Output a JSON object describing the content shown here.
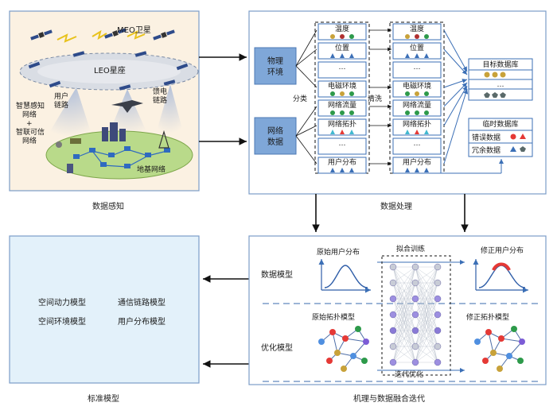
{
  "panels": {
    "sensing_caption": "数据感知",
    "processing_caption": "数据处理",
    "standard_caption": "标准模型",
    "fusion_caption": "机理与数据融合迭代"
  },
  "sensing": {
    "meo": "MEO卫星",
    "leo": "LEO星座",
    "user_link_1": "用户",
    "user_link_2": "链路",
    "feeder_link_1": "馈电",
    "feeder_link_2": "链路",
    "network_1": "智慧感知",
    "network_2": "网络",
    "network_plus": "+",
    "network_3": "智联可信",
    "network_4": "网络",
    "ground": "地基网络"
  },
  "processing": {
    "physical_env_1": "物理",
    "physical_env_2": "环境",
    "network_data_1": "网络",
    "network_data_2": "数据",
    "classify": "分类",
    "clean": "清洗",
    "left_items": [
      "温度",
      "位置",
      "…",
      "电磁环境",
      "网络流量",
      "网络拓扑",
      "…",
      "用户分布"
    ],
    "right_items": [
      "温度",
      "位置",
      "…",
      "电磁环境",
      "网络流量",
      "网络拓扑",
      "…",
      "用户分布"
    ],
    "target_db": "目标数据库",
    "target_rows": [
      "",
      "…",
      ""
    ],
    "temp_db": "临时数据库",
    "error_data": "错误数据",
    "redundant_data": "冗余数据"
  },
  "standard": {
    "models": [
      "空间动力模型",
      "通信链路模型",
      "空间环境模型",
      "用户分布模型"
    ]
  },
  "fusion": {
    "data_model": "数据模型",
    "opt_model": "优化模型",
    "orig_user": "原始用户分布",
    "fit_train": "拟合训练",
    "fixed_user": "修正用户分布",
    "orig_topo": "原始拓扑模型",
    "fixed_topo": "修正拓扑模型",
    "iter_opt": "迭代优化"
  },
  "colors": {
    "panel_border": "#7b9cc8",
    "sensing_bg": "#fbf1e2",
    "model_bg": "#e3f1fa",
    "box_blue": "#7fa7d8",
    "ground_green": "#b9da8a",
    "accent_red": "#e53935"
  }
}
